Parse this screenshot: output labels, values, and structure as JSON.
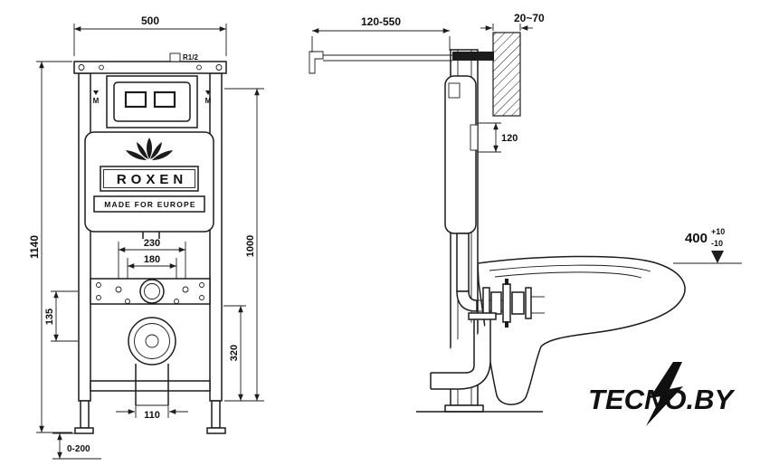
{
  "front": {
    "dim_width": "500",
    "dim_height": "1140",
    "dim_plate_height": "1000",
    "dim_bolt_spacing": "230",
    "dim_pipe_spacing": "180",
    "dim_inlet_drop": "135",
    "dim_drain_height": "320",
    "dim_outlet_width": "110",
    "dim_foot_adjust": "0-200",
    "fitting_label": "R1/2",
    "mark_left": "M",
    "mark_right": "M",
    "brand": "ROXEN",
    "tagline": "MADE FOR EUROPE"
  },
  "side": {
    "dim_depth_range": "120-550",
    "dim_bracket_range": "20~70",
    "dim_inlet_offset": "120",
    "dim_rim_height": "400",
    "dim_rim_tol_plus": "+10",
    "dim_rim_tol_minus": "-10"
  },
  "watermark": {
    "text": "TECNO.BY",
    "color": "#e30613",
    "bolt_color": "#101010"
  },
  "colors": {
    "line": "#1c1c1c",
    "background": "#ffffff"
  }
}
